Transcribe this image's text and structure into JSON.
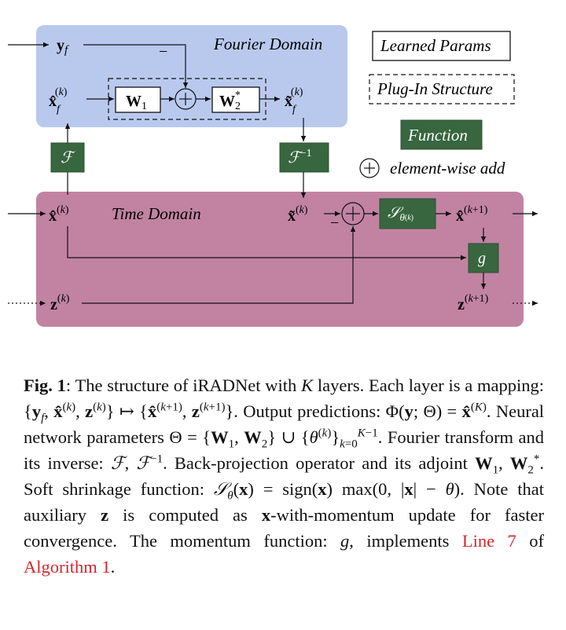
{
  "diagram": {
    "fourier_domain_label": "Fourier Domain",
    "time_domain_label": "Time Domain",
    "legend": {
      "learned_params": "Learned Params",
      "plugin_structure": "Plug-In Structure",
      "function": "Function",
      "elementwise_add": "element-wise add"
    },
    "minus_sign": "−",
    "colors": {
      "fourier_bg": "#b9c9ee",
      "time_bg": "#c283a3",
      "function_box": "#37663f"
    }
  },
  "caption": {
    "fig_label": "Fig. 1",
    "line1": ": The structure of iRADNet with ",
    "K": "K",
    "line1b": " layers. Each layer is a mapping:",
    "text_output": "Output predictions:",
    "text_params": "Neural network parameters",
    "text_fourier": "Fourier transform and its inverse:",
    "text_backproj": "Back-projection operator and its adjoint",
    "text_soft": "Soft shrinkage function:",
    "text_note": "Note that auxiliary",
    "text_note2": "is computed as",
    "text_note3": "-with-momentum update for faster convergence. The momentum function:",
    "text_implements": ", implements",
    "link_line": "Line 7",
    "text_of": "of",
    "link_algorithm": "Algorithm 1",
    "end": "."
  }
}
